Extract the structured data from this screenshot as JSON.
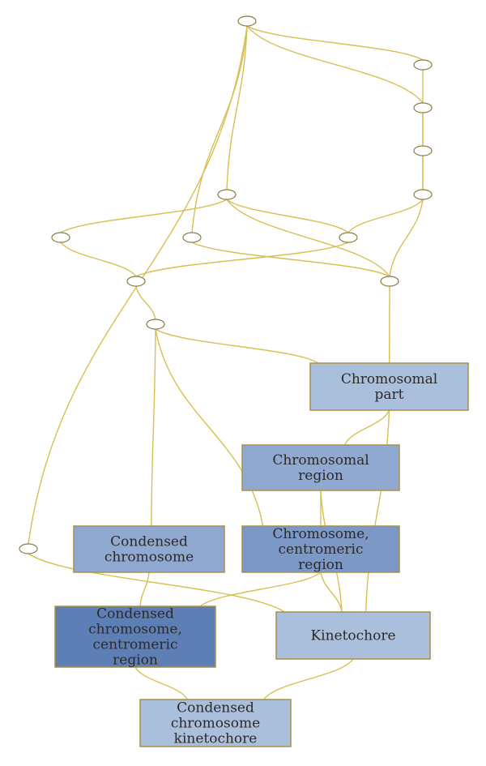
{
  "nodes": [
    {
      "id": "n_top"
    },
    {
      "id": "n_r1"
    },
    {
      "id": "n_r2"
    },
    {
      "id": "n_r3"
    },
    {
      "id": "n_r4"
    },
    {
      "id": "n_mid"
    },
    {
      "id": "n_left"
    },
    {
      "id": "n_c2"
    },
    {
      "id": "n_c3"
    },
    {
      "id": "n_c4"
    },
    {
      "id": "n_d1"
    },
    {
      "id": "n_e1"
    },
    {
      "id": "n_far_left"
    },
    {
      "id": "chromosomal_part",
      "lines": [
        "Chromosomal",
        "part"
      ],
      "fill": "#a9bfdc",
      "text_color": "#2d2a25"
    },
    {
      "id": "chromosomal_region",
      "lines": [
        "Chromosomal",
        "region"
      ],
      "fill": "#90a9d0",
      "text_color": "#2d2a25"
    },
    {
      "id": "condensed_chromosome",
      "lines": [
        "Condensed",
        "chromosome"
      ],
      "fill": "#90a9d0",
      "text_color": "#2d2a25"
    },
    {
      "id": "chromosome_centromeric_region",
      "lines": [
        "Chromosome,",
        "centromeric",
        "region"
      ],
      "fill": "#7b98c7",
      "text_color": "#2d2a25"
    },
    {
      "id": "condensed_chromosome_centromeric_region",
      "lines": [
        "Condensed",
        "chromosome,",
        "centromeric",
        "region"
      ],
      "fill": "#5e7fb6",
      "text_color": "#ffffff"
    },
    {
      "id": "kinetochore",
      "lines": [
        "Kinetochore"
      ],
      "fill": "#a9bfdc",
      "text_color": "#2d2a25"
    },
    {
      "id": "condensed_chromosome_kinetochore",
      "lines": [
        "Condensed",
        "chromosome",
        "kinetochore"
      ],
      "fill": "#a9bfdc",
      "text_color": "#2d2a25"
    }
  ],
  "edges": [
    {
      "from": "n_top",
      "to": "n_r1"
    },
    {
      "from": "n_top",
      "to": "n_r2"
    },
    {
      "from": "n_r1",
      "to": "n_r2"
    },
    {
      "from": "n_r2",
      "to": "n_r3"
    },
    {
      "from": "n_r2",
      "to": "n_r4"
    },
    {
      "from": "n_r3",
      "to": "n_r4"
    },
    {
      "from": "n_top",
      "to": "n_mid"
    },
    {
      "from": "n_top",
      "to": "n_c2"
    },
    {
      "from": "n_top",
      "to": "n_far_left"
    },
    {
      "from": "n_mid",
      "to": "n_left"
    },
    {
      "from": "n_mid",
      "to": "n_c3"
    },
    {
      "from": "n_mid",
      "to": "n_c4"
    },
    {
      "from": "n_r4",
      "to": "n_c3"
    },
    {
      "from": "n_r4",
      "to": "n_c4"
    },
    {
      "from": "n_c2",
      "to": "n_c4"
    },
    {
      "from": "n_left",
      "to": "n_d1"
    },
    {
      "from": "n_c3",
      "to": "n_d1"
    },
    {
      "from": "n_d1",
      "to": "n_e1"
    },
    {
      "from": "n_c4",
      "to": "chromosomal_part"
    },
    {
      "from": "n_e1",
      "to": "chromosomal_part"
    },
    {
      "from": "n_e1",
      "to": "condensed_chromosome"
    },
    {
      "from": "n_e1",
      "to": "chromosome_centromeric_region"
    },
    {
      "from": "chromosomal_part",
      "to": "chromosomal_region"
    },
    {
      "from": "chromosomal_region",
      "to": "chromosome_centromeric_region"
    },
    {
      "from": "chromosomal_part",
      "to": "kinetochore"
    },
    {
      "from": "condensed_chromosome",
      "to": "condensed_chromosome_centromeric_region"
    },
    {
      "from": "chromosome_centromeric_region",
      "to": "condensed_chromosome_centromeric_region"
    },
    {
      "from": "chromosome_centromeric_region",
      "to": "kinetochore"
    },
    {
      "from": "n_far_left",
      "to": "kinetochore"
    },
    {
      "from": "chromosomal_region",
      "to": "kinetochore"
    },
    {
      "from": "condensed_chromosome_centromeric_region",
      "to": "condensed_chromosome_kinetochore"
    },
    {
      "from": "kinetochore",
      "to": "condensed_chromosome_kinetochore"
    }
  ]
}
